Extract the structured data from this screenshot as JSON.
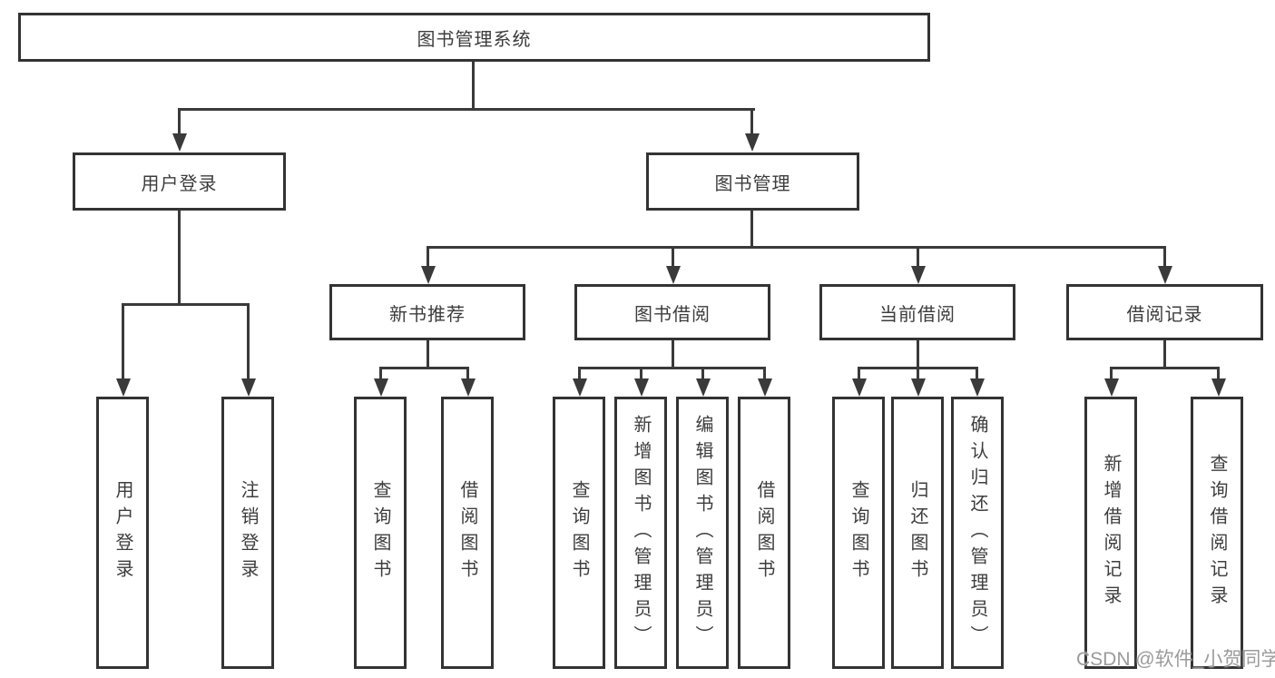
{
  "tree": {
    "label": "图书管理系统",
    "children": [
      {
        "label": "用户登录",
        "children": [
          {
            "label": "用户登录"
          },
          {
            "label": "注销登录"
          }
        ]
      },
      {
        "label": "图书管理",
        "children": [
          {
            "label": "新书推荐",
            "children": [
              {
                "label": "查询图书"
              },
              {
                "label": "借阅图书"
              }
            ]
          },
          {
            "label": "图书借阅",
            "children": [
              {
                "label": "查询图书"
              },
              {
                "label": "新增图书（管理员）"
              },
              {
                "label": "编辑图书（管理员）"
              },
              {
                "label": "借阅图书"
              }
            ]
          },
          {
            "label": "当前借阅",
            "children": [
              {
                "label": "查询图书"
              },
              {
                "label": "归还图书"
              },
              {
                "label": "确认归还（管理员）"
              }
            ]
          },
          {
            "label": "借阅记录",
            "children": [
              {
                "label": "新增借阅记录"
              },
              {
                "label": "查询借阅记录"
              }
            ]
          }
        ]
      }
    ]
  },
  "watermark": {
    "text": "CSDN @软件_小贺同学"
  },
  "colors": {
    "line": "#3a3a3a",
    "box_border": "#333333",
    "text": "#3d3d3d",
    "watermark": "#9b9b9b",
    "background": "#ffffff"
  }
}
